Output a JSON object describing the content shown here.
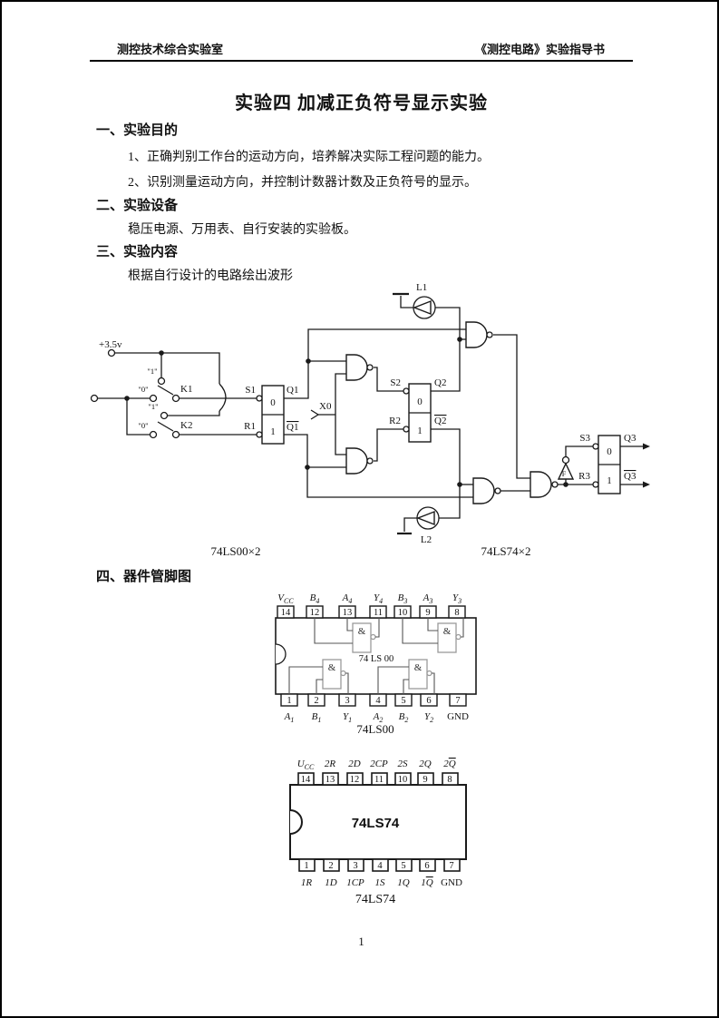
{
  "header": {
    "left": "测控技术综合实验室",
    "right": "《测控电路》实验指导书"
  },
  "title": "实验四 加减正负符号显示实验",
  "sections": {
    "s1": {
      "heading": "一、实验目的",
      "item1": "1、正确判别工作台的运动方向，培养解决实际工程问题的能力。",
      "item2": "2、识别测量运动方向，并控制计数器计数及正负符号的显示。"
    },
    "s2": {
      "heading": "二、实验设备",
      "body": "稳压电源、万用表、自行安装的实验板。"
    },
    "s3": {
      "heading": "三、实验内容",
      "body": "根据自行设计的电路绘出波形"
    },
    "s4": {
      "heading": "四、器件管脚图"
    }
  },
  "circuit": {
    "supply": "+3.5v",
    "pos1": "\"1\"",
    "pos0": "\"0\"",
    "k1": "K1",
    "k2": "K2",
    "s1": "S1",
    "r1": "R1",
    "q1": "Q1",
    "q1b": "Q1",
    "x0": "X0",
    "s2": "S2",
    "r2": "R2",
    "q2": "Q2",
    "q2b": "Q2",
    "s3": "S3",
    "r3": "R3",
    "q3": "Q3",
    "q3b": "Q3",
    "l1": "L1",
    "l2": "L2",
    "inv": "F",
    "ff_zero": "0",
    "ff_one": "1",
    "nand_chip_count": "74LS00×2",
    "ff_chip_count": "74LS74×2"
  },
  "ls00": {
    "caption": "74LS00",
    "inner": "74 LS 00",
    "amp": "&",
    "top": [
      {
        "num": "14",
        "base": "V",
        "sub": "CC"
      },
      {
        "num": "12",
        "base": "B",
        "sub": "4"
      },
      {
        "num": "13",
        "base": "A",
        "sub": "4"
      },
      {
        "num": "11",
        "base": "Y",
        "sub": "4"
      },
      {
        "num": "10",
        "base": "B",
        "sub": "3"
      },
      {
        "num": "9",
        "base": "A",
        "sub": "3"
      },
      {
        "num": "8",
        "base": "Y",
        "sub": "3"
      }
    ],
    "bottom": [
      {
        "num": "1",
        "base": "A",
        "sub": "1"
      },
      {
        "num": "2",
        "base": "B",
        "sub": "1"
      },
      {
        "num": "3",
        "base": "Y",
        "sub": "1"
      },
      {
        "num": "4",
        "base": "A",
        "sub": "2"
      },
      {
        "num": "5",
        "base": "B",
        "sub": "2"
      },
      {
        "num": "6",
        "base": "Y",
        "sub": "2"
      },
      {
        "num": "7",
        "base": "GND",
        "sub": ""
      }
    ]
  },
  "ls74": {
    "caption": "74LS74",
    "center": "74LS74",
    "top": [
      {
        "num": "14",
        "pre": "U",
        "sub": "CC",
        "bar": ""
      },
      {
        "num": "13",
        "pre": "2R",
        "sub": "",
        "bar": ""
      },
      {
        "num": "12",
        "pre": "2D",
        "sub": "",
        "bar": ""
      },
      {
        "num": "11",
        "pre": "2CP",
        "sub": "",
        "bar": ""
      },
      {
        "num": "10",
        "pre": "2S",
        "sub": "",
        "bar": ""
      },
      {
        "num": "9",
        "pre": "2Q",
        "sub": "",
        "bar": ""
      },
      {
        "num": "8",
        "pre": "2",
        "sub": "",
        "bar": "Q"
      }
    ],
    "bottom": [
      {
        "num": "1",
        "pre": "1R",
        "bar": ""
      },
      {
        "num": "2",
        "pre": "1D",
        "bar": ""
      },
      {
        "num": "3",
        "pre": "1CP",
        "bar": ""
      },
      {
        "num": "4",
        "pre": "1S",
        "bar": ""
      },
      {
        "num": "5",
        "pre": "1Q",
        "bar": ""
      },
      {
        "num": "6",
        "pre": "1",
        "bar": "Q"
      },
      {
        "num": "7",
        "pre": "GND",
        "bar": ""
      }
    ]
  },
  "page_number": "1"
}
